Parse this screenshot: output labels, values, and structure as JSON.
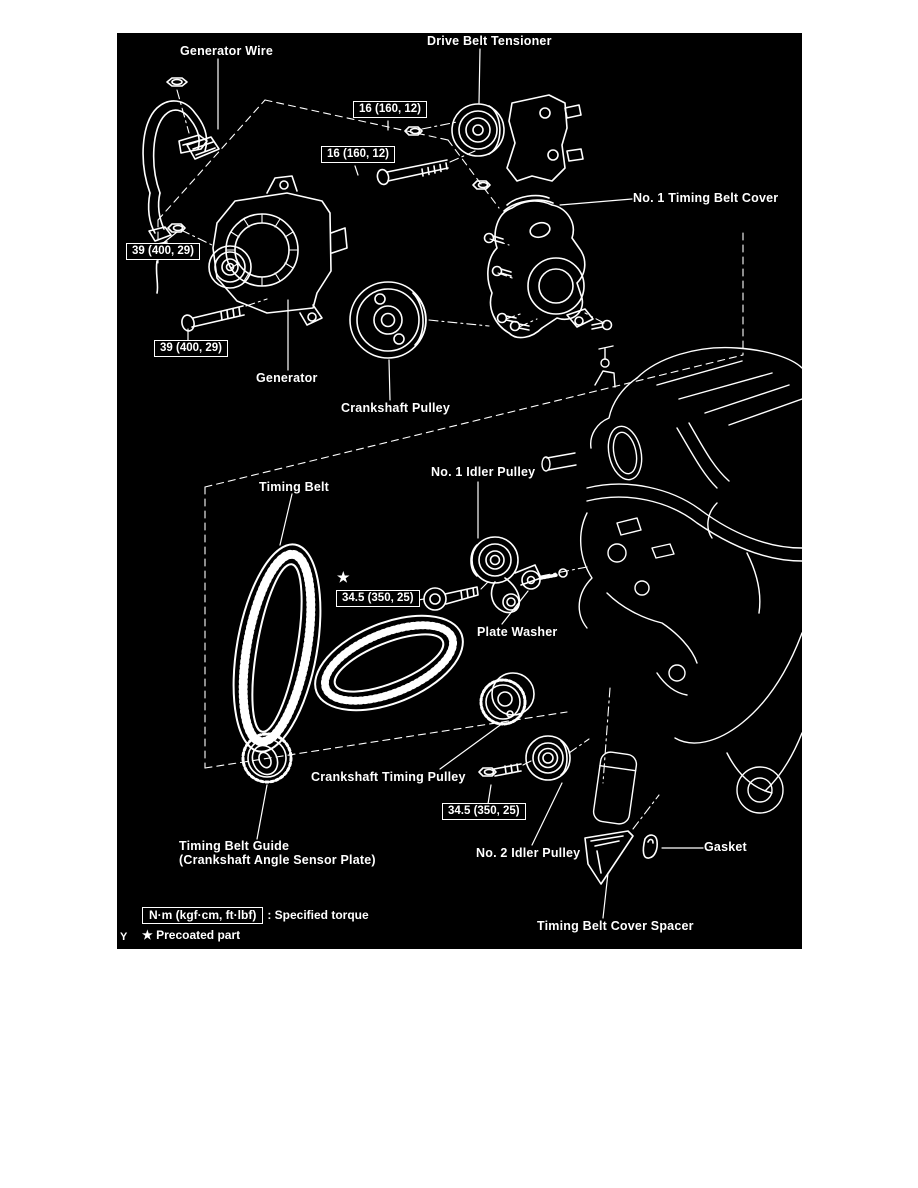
{
  "diagram": {
    "labels": {
      "generator_wire": "Generator Wire",
      "drive_belt_tensioner": "Drive Belt Tensioner",
      "no1_timing_belt_cover": "No. 1 Timing Belt Cover",
      "generator": "Generator",
      "crankshaft_pulley": "Crankshaft Pulley",
      "timing_belt": "Timing Belt",
      "no1_idler_pulley": "No. 1 Idler Pulley",
      "plate_washer": "Plate Washer",
      "crankshaft_timing_pulley": "Crankshaft Timing Pulley",
      "timing_belt_guide": "Timing Belt Guide",
      "timing_belt_guide_sub": "(Crankshaft Angle Sensor Plate)",
      "no2_idler_pulley": "No. 2 Idler Pulley",
      "gasket": "Gasket",
      "timing_belt_cover_spacer": "Timing Belt Cover Spacer"
    },
    "torque_specs": {
      "tensioner_nut": "16 (160, 12)",
      "tensioner_bolt": "16 (160, 12)",
      "generator_nut": "39 (400, 29)",
      "generator_bolt": "39 (400, 29)",
      "idler1_bolt": "34.5 (350, 25)",
      "idler2_bolt": "34.5 (350, 25)"
    },
    "star_symbol": "★",
    "legend": {
      "unit_box": "N·m (kgf·cm, ft·lbf)",
      "unit_desc": ": Specified torque",
      "precoated_note": "Precoated part"
    },
    "page_marker": "Y",
    "colors": {
      "background": "#000000",
      "line": "#ffffff"
    }
  }
}
